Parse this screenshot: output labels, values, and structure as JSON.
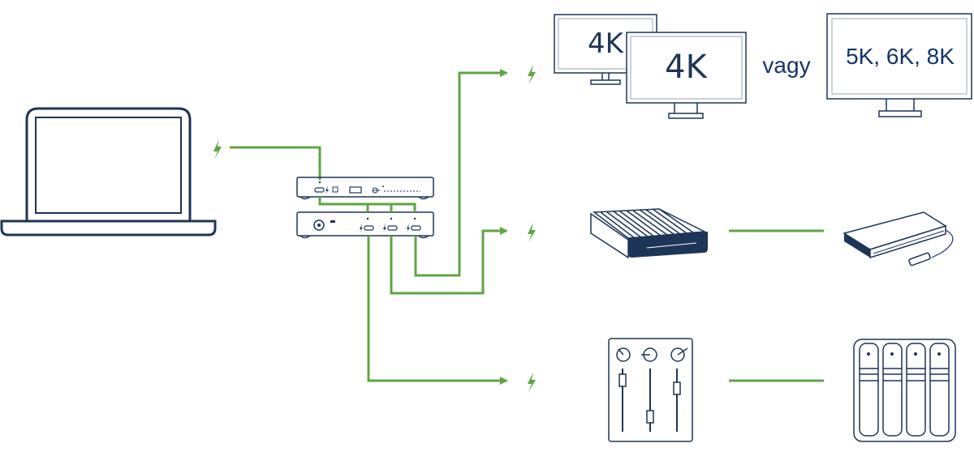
{
  "diagram": {
    "title": "Thunderbolt dock connection diagram",
    "colors": {
      "line": "#5fa544",
      "outline": "#1d3557",
      "text": "#14356b"
    },
    "source": {
      "name": "laptop"
    },
    "hub": {
      "name": "thunderbolt-dock"
    },
    "targets": [
      {
        "name": "displays",
        "monitors": [
          {
            "label": "4K"
          },
          {
            "label": "4K"
          }
        ],
        "or_label": "vagy",
        "alt_monitor": {
          "label": "5K, 6K, 8K"
        }
      },
      {
        "name": "storage",
        "devices": [
          "external-ssd",
          "portable-drive"
        ]
      },
      {
        "name": "audio-and-nas",
        "devices": [
          "audio-mixer",
          "nas-4-bay"
        ]
      }
    ]
  }
}
